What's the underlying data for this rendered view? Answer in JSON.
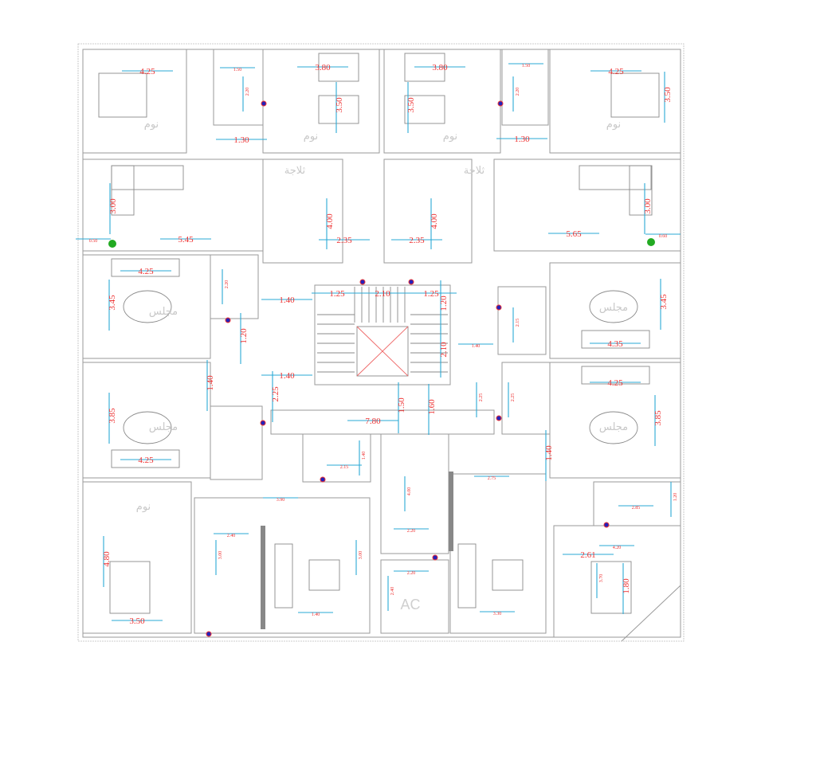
{
  "title": "Typical floor plan - four apartments around central stair core",
  "dimensions": [
    "4.25",
    "1.50",
    "2.20",
    "3.80",
    "3.50",
    "3.80",
    "3.50",
    "1.50",
    "2.20",
    "4.25",
    "3.50",
    "1.30",
    "1.30",
    "3.00",
    "5.45",
    "0.50",
    "4.00",
    "2.35",
    "4.00",
    "2.35",
    "3.00",
    "5.65",
    "0.60",
    "4.25",
    "3.45",
    "2.20",
    "1.40",
    "1.25",
    "2.10",
    "1.25",
    "1.20",
    "1.20",
    "2.10",
    "1.40",
    "1.40",
    "2.25",
    "3.85",
    "7.80",
    "1.50",
    "1.60",
    "4.25",
    "2.25",
    "3.45",
    "4.35",
    "4.25",
    "3.85",
    "1.40",
    "1.40",
    "2.15",
    "2.25",
    "2.15",
    "1.40",
    "2.75",
    "3.90",
    "2.40",
    "3.00",
    "3.00",
    "4.80",
    "3.50",
    "1.40",
    "4.00",
    "2.20",
    "2.20",
    "2.40",
    "3.30",
    "2.85",
    "1.20",
    "4.20",
    "2.61",
    "1.80",
    "3.70"
  ],
  "rooms": [
    "نوم",
    "نوم",
    "نوم",
    "نوم",
    "مجلس",
    "مجلس",
    "مجلس",
    "مجلس",
    "ثلاجة",
    "ثلاجة",
    "نوم",
    "AC"
  ],
  "colors": {
    "dimension_line": "#29a9d6",
    "dimension_text": "#ee3333",
    "wall": "#9a9a9a"
  }
}
